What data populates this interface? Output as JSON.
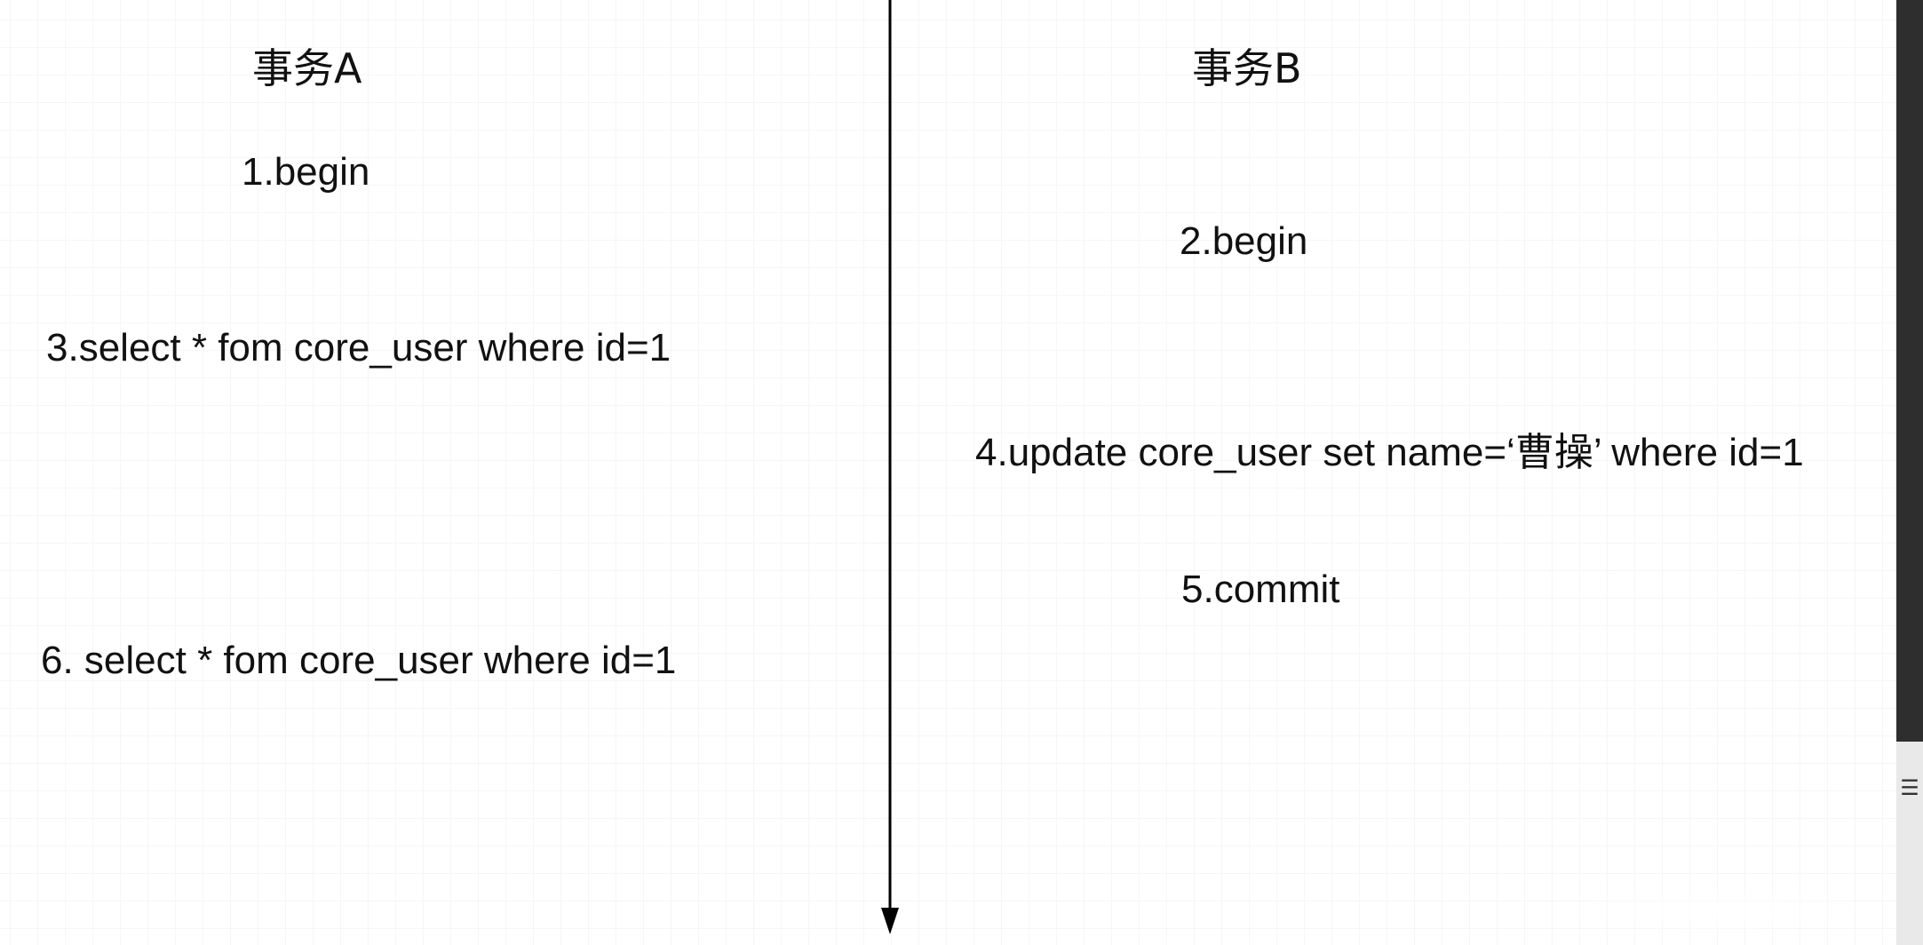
{
  "diagram": {
    "transaction_a": {
      "title": "事务A",
      "steps": [
        "1.begin",
        "3.select * fom core_user where id=1",
        "6. select * fom core_user where id=1"
      ]
    },
    "transaction_b": {
      "title": "事务B",
      "steps": [
        "2.begin",
        "4.update core_user set name=‘曹操’ where id=1",
        "5.commit"
      ]
    },
    "timeline_icon": "arrow-down-icon",
    "side_icon": "menu-lines-icon",
    "side_glyph": "☰"
  },
  "colors": {
    "text": "#111111",
    "timeline": "#000000",
    "grid": "#ececec",
    "side_strip": "#2e2e2e"
  }
}
